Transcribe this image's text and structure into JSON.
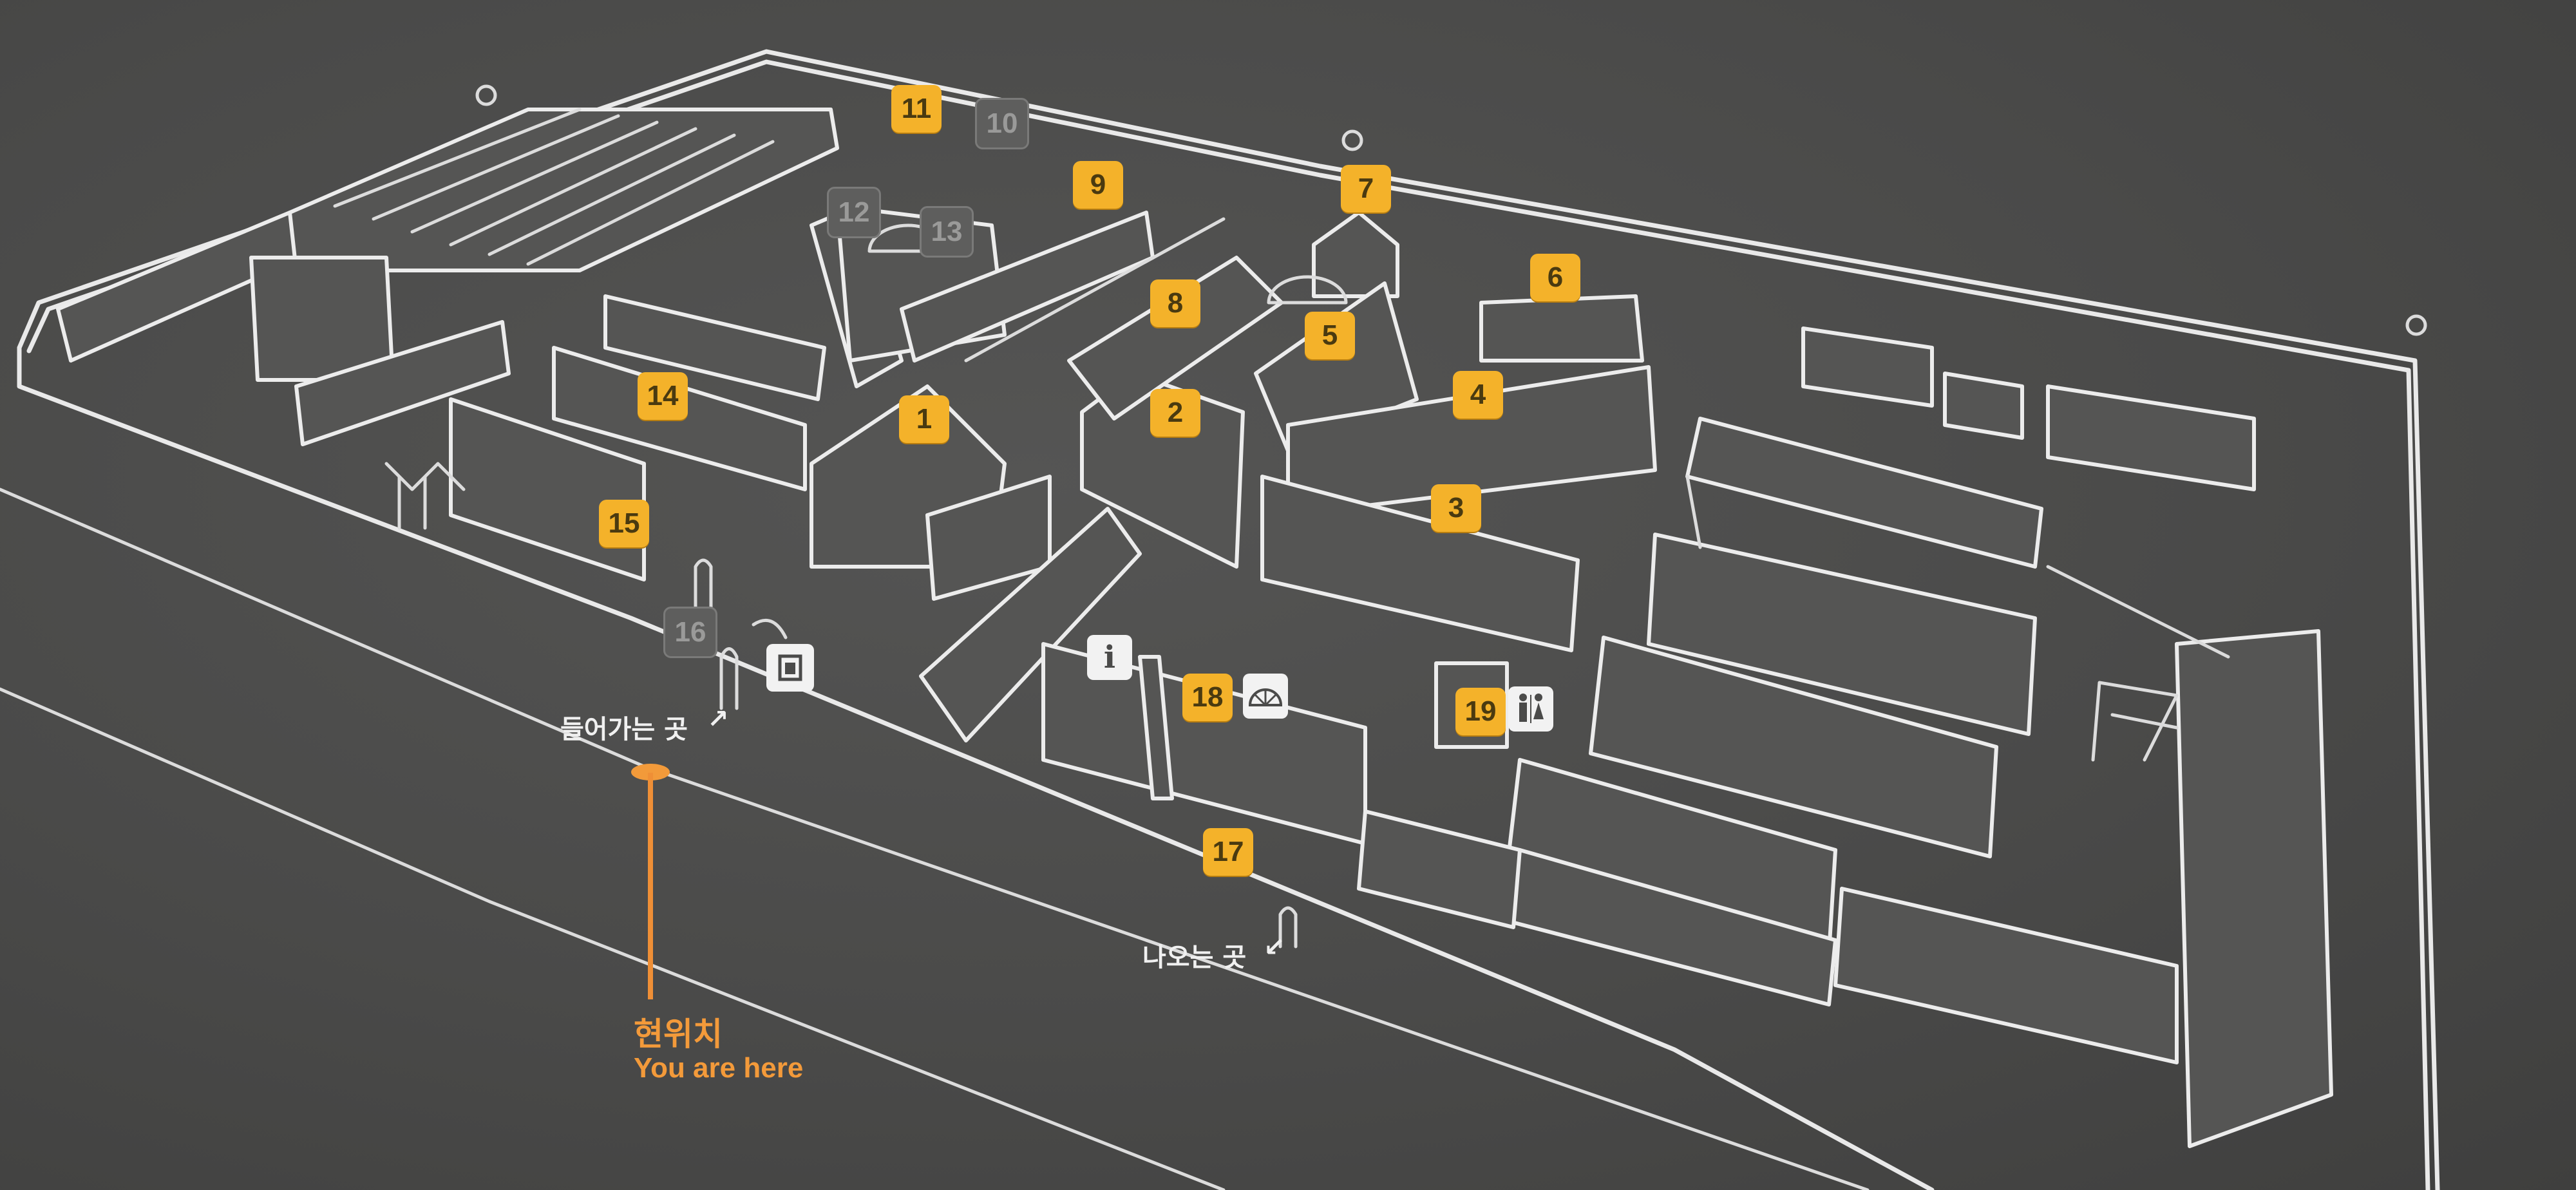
{
  "you_are_here": {
    "label_ko": "현위치",
    "label_en": "You are here"
  },
  "exits": {
    "entrance": "들어가는 곳",
    "exit": "나오는 곳"
  },
  "markers": [
    {
      "id": "m1",
      "number": "1"
    },
    {
      "id": "m2",
      "number": "2"
    },
    {
      "id": "m3",
      "number": "3"
    },
    {
      "id": "m4",
      "number": "4"
    },
    {
      "id": "m5",
      "number": "5"
    },
    {
      "id": "m6",
      "number": "6"
    },
    {
      "id": "m7",
      "number": "7"
    },
    {
      "id": "m8",
      "number": "8"
    },
    {
      "id": "m9",
      "number": "9"
    },
    {
      "id": "m10",
      "number": "10"
    },
    {
      "id": "m11",
      "number": "11"
    },
    {
      "id": "m12",
      "number": "12"
    },
    {
      "id": "m13",
      "number": "13"
    },
    {
      "id": "m14",
      "number": "14"
    },
    {
      "id": "m15",
      "number": "15"
    },
    {
      "id": "m16",
      "number": "16"
    },
    {
      "id": "m17",
      "number": "17"
    },
    {
      "id": "m18",
      "number": "18"
    },
    {
      "id": "m19",
      "number": "19"
    }
  ],
  "icons": {
    "info": "i",
    "info_icon": "information-icon",
    "restroom_icon": "restroom-icon",
    "ticket_icon": "ticket-icon",
    "fan_icon": "fan-window-icon"
  },
  "colors": {
    "marker": "#f4b22a",
    "marker_inactive": "#5e5e5d",
    "you_are_here": "#f39a3a",
    "line": "#e9e9e9",
    "board": "#4b4b4a"
  }
}
